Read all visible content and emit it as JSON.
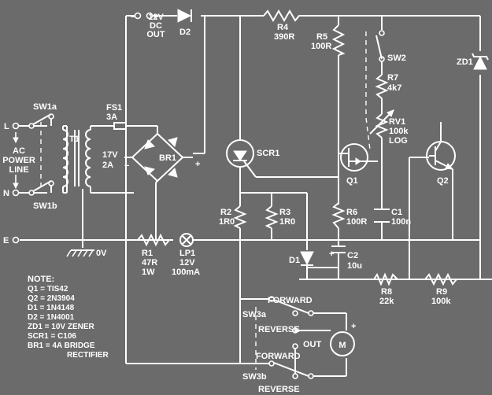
{
  "components": {
    "sw1a": "SW1a",
    "sw1b": "SW1b",
    "ac_line1": "AC",
    "ac_line2": "POWER",
    "ac_line3": "LINE",
    "l_terminal": "L",
    "n_terminal": "N",
    "e_terminal": "E",
    "t1": "T1",
    "t1_voltage": "17V",
    "t1_current": "2A",
    "fs1": "FS1",
    "fs1_value": "3A",
    "br1": "BR1",
    "dc_out_line1": "12V",
    "dc_out_line2": "DC",
    "dc_out_line3": "OUT",
    "d2": "D2",
    "r4": "R4",
    "r4_value": "390R",
    "r5": "R5",
    "r5_value": "100R",
    "sw2": "SW2",
    "r7": "R7",
    "r7_value": "4k7",
    "rv1": "RV1",
    "rv1_value": "100k",
    "rv1_type": "LOG",
    "zd1": "ZD1",
    "scr1": "SCR1",
    "q1": "Q1",
    "q2": "Q2",
    "r2": "R2",
    "r2_value": "1R0",
    "r3": "R3",
    "r3_value": "1R0",
    "r6": "R6",
    "r6_value": "100R",
    "c1": "C1",
    "c1_value": "100n",
    "r1": "R1",
    "r1_value": "47R",
    "r1_power": "1W",
    "lp1": "LP1",
    "lp1_voltage": "12V",
    "lp1_current": "100mA",
    "ground": "0V",
    "d1": "D1",
    "c2": "C2",
    "c2_value": "10u",
    "r8": "R8",
    "r8_value": "22k",
    "r9": "R9",
    "r9_value": "100k",
    "forward_a": "FORWARD",
    "reverse_a": "REVERSE",
    "sw3a": "SW3a",
    "forward_b": "FORWARD",
    "reverse_b": "REVERSE",
    "sw3b": "SW3b",
    "out": "OUT",
    "motor": "M",
    "plus": "+",
    "minus": "−"
  },
  "notes": {
    "title": "NOTE:",
    "items": [
      "Q1 = TIS42",
      "Q2 = 2N3904",
      "D1 = 1N4148",
      "D2 = 1N4001",
      "ZD1 = 10V ZENER",
      "SCR1 = C106",
      "BR1 = 4A BRIDGE",
      "RECTIFIER"
    ]
  }
}
